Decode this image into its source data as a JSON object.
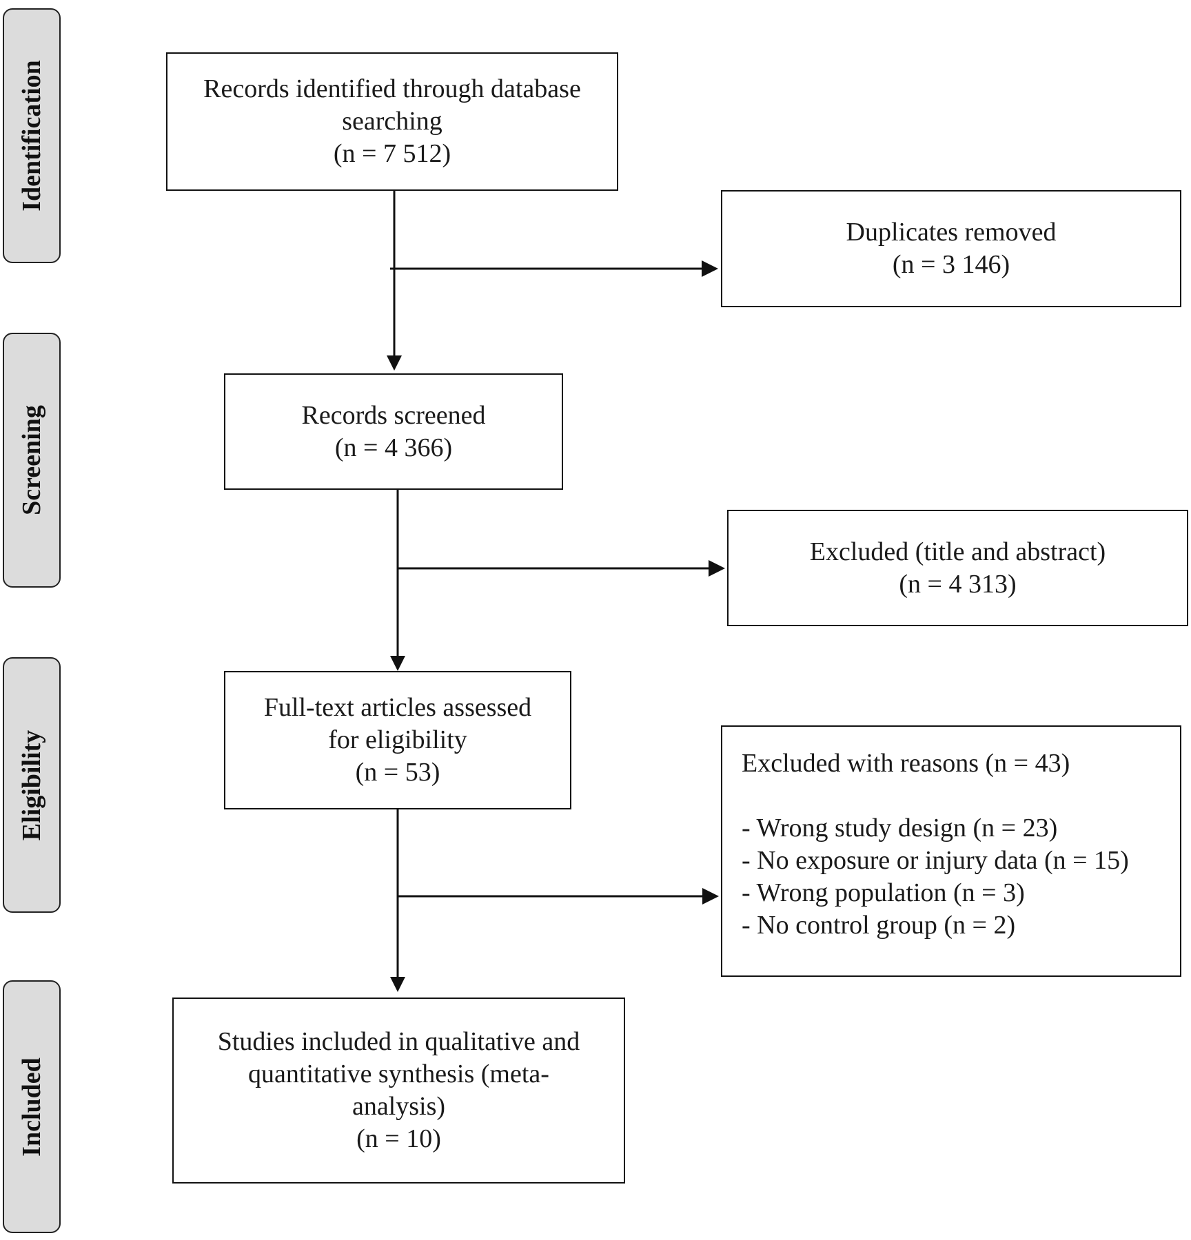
{
  "stages": [
    {
      "id": "identification",
      "label": "Identification"
    },
    {
      "id": "screening",
      "label": "Screening"
    },
    {
      "id": "eligibility",
      "label": "Eligibility"
    },
    {
      "id": "included",
      "label": "Included"
    }
  ],
  "boxes": {
    "records_identified": {
      "lines": [
        "Records identified through database",
        "searching",
        "(n = 7 512)"
      ]
    },
    "duplicates_removed": {
      "lines": [
        "Duplicates removed",
        "(n = 3 146)"
      ]
    },
    "records_screened": {
      "lines": [
        "Records screened",
        "(n = 4 366)"
      ]
    },
    "excluded_title_abstract": {
      "lines": [
        "Excluded (title and abstract)",
        "(n = 4 313)"
      ]
    },
    "fulltext_assessed": {
      "lines": [
        "Full-text articles assessed",
        "for eligibility",
        "(n = 53)"
      ]
    },
    "excluded_reasons": {
      "heading": "Excluded with reasons (n = 43)",
      "reasons": [
        "- Wrong study design (n = 23)",
        "- No exposure or injury data (n = 15)",
        "- Wrong population (n = 3)",
        "- No control group (n = 2)"
      ]
    },
    "studies_included": {
      "lines": [
        "Studies included in qualitative and",
        "quantitative synthesis (meta-",
        "analysis)",
        "(n = 10)"
      ]
    }
  }
}
